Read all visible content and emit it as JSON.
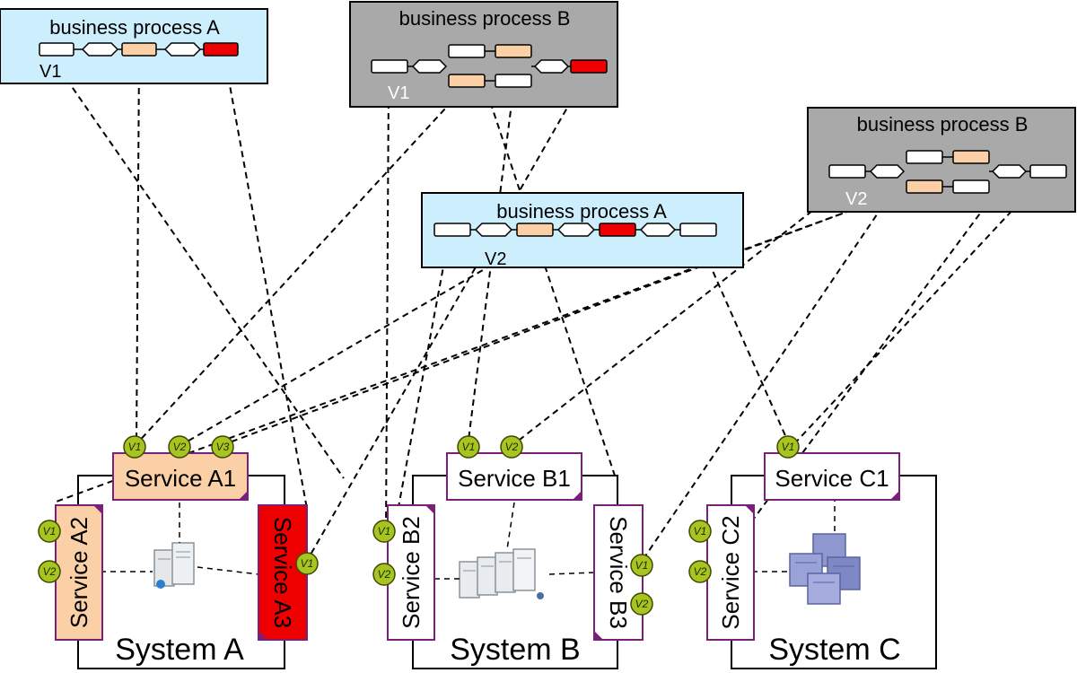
{
  "processes": [
    {
      "id": "pA1",
      "title": "business process A",
      "version": "V1",
      "style": "light"
    },
    {
      "id": "pB1",
      "title": "business process B",
      "version": "V1",
      "style": "dark"
    },
    {
      "id": "pB2",
      "title": "business process B",
      "version": "V2",
      "style": "dark"
    },
    {
      "id": "pA2",
      "title": "business process A",
      "version": "V2",
      "style": "light"
    }
  ],
  "systems": [
    {
      "id": "sysA",
      "label": "System A",
      "icon": "server-pair-icon"
    },
    {
      "id": "sysB",
      "label": "System B",
      "icon": "server-rack-icon"
    },
    {
      "id": "sysC",
      "label": "System C",
      "icon": "server-cluster-icon"
    }
  ],
  "services": [
    {
      "id": "A1",
      "label": "Service A1",
      "color": "#fbd0a6",
      "versions": [
        "V1",
        "V2",
        "V3"
      ]
    },
    {
      "id": "A2",
      "label": "Service A2",
      "color": "#fbd0a6",
      "versions": [
        "V1",
        "V2"
      ]
    },
    {
      "id": "A3",
      "label": "Service A3",
      "color": "#ee0000",
      "versions": [
        "V1"
      ]
    },
    {
      "id": "B1",
      "label": "Service B1",
      "color": "#ffffff",
      "versions": [
        "V1",
        "V2"
      ]
    },
    {
      "id": "B2",
      "label": "Service B2",
      "color": "#ffffff",
      "versions": [
        "V1",
        "V2"
      ]
    },
    {
      "id": "B3",
      "label": "Service B3",
      "color": "#ffffff",
      "versions": [
        "V1",
        "V2"
      ]
    },
    {
      "id": "C1",
      "label": "Service C1",
      "color": "#ffffff",
      "versions": [
        "V1"
      ]
    },
    {
      "id": "C2",
      "label": "Service C2",
      "color": "#ffffff",
      "versions": [
        "V1",
        "V2"
      ]
    }
  ],
  "colors": {
    "process_light": "#cdeefc",
    "process_dark": "#a9a9a9",
    "step_orange": "#fbd0a6",
    "step_red": "#ee0000",
    "badge_green": "#a8c420",
    "service_border": "#7a1f7a"
  }
}
